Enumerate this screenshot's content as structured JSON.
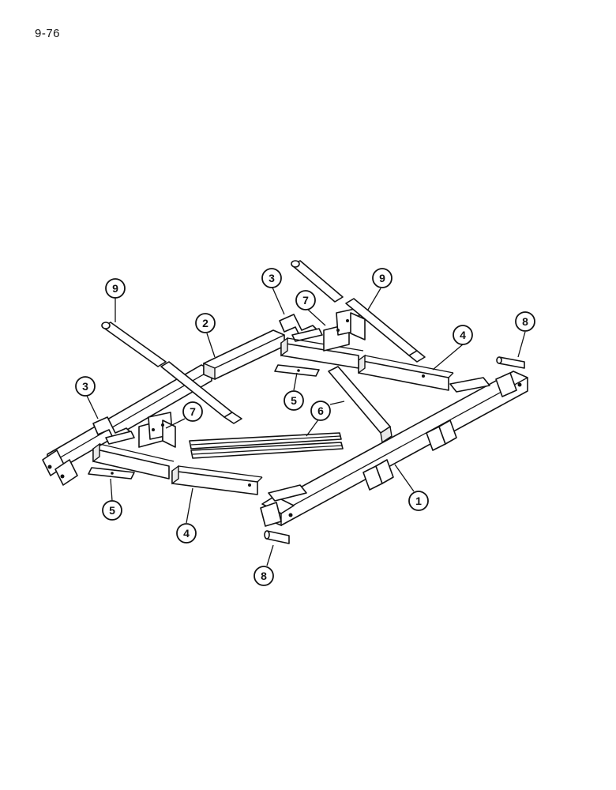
{
  "page_number": "9-76",
  "callouts": [
    {
      "id": "c1",
      "label": "1"
    },
    {
      "id": "c2",
      "label": "2"
    },
    {
      "id": "c3a",
      "label": "3"
    },
    {
      "id": "c3b",
      "label": "3"
    },
    {
      "id": "c4a",
      "label": "4"
    },
    {
      "id": "c4b",
      "label": "4"
    },
    {
      "id": "c5a",
      "label": "5"
    },
    {
      "id": "c5b",
      "label": "5"
    },
    {
      "id": "c6",
      "label": "6"
    },
    {
      "id": "c7a",
      "label": "7"
    },
    {
      "id": "c7b",
      "label": "7"
    },
    {
      "id": "c8a",
      "label": "8"
    },
    {
      "id": "c8b",
      "label": "8"
    },
    {
      "id": "c9a",
      "label": "9"
    },
    {
      "id": "c9b",
      "label": "9"
    }
  ]
}
